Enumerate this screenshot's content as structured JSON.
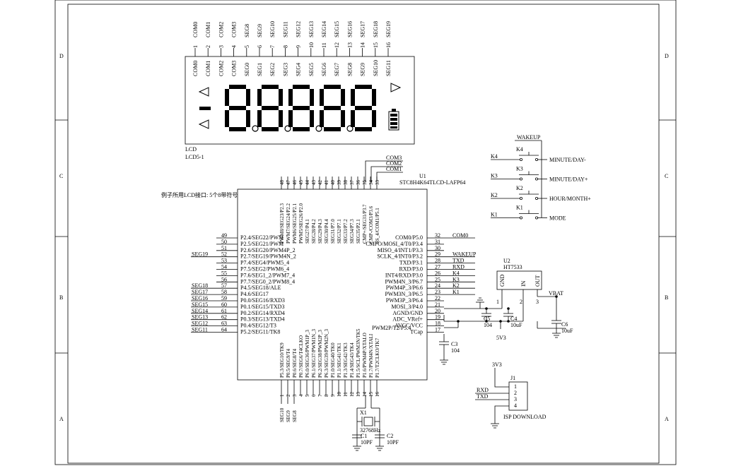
{
  "border": {
    "zones_left": [
      "D",
      "C",
      "B",
      "A"
    ],
    "zones_right": [
      "D",
      "C",
      "B",
      "A"
    ]
  },
  "lcd": {
    "ref": "LCD",
    "part": "LCD5-1",
    "pins": [
      {
        "num": "1",
        "name": "COM0",
        "inner": "COM0"
      },
      {
        "num": "2",
        "name": "COM1",
        "inner": "COM1"
      },
      {
        "num": "3",
        "name": "COM2",
        "inner": "COM2"
      },
      {
        "num": "4",
        "name": "COM3",
        "inner": "COM3"
      },
      {
        "num": "5",
        "name": "SEG8",
        "inner": "SEG0"
      },
      {
        "num": "6",
        "name": "SEG9",
        "inner": "SEG1"
      },
      {
        "num": "7",
        "name": "SEG10",
        "inner": "SEG2"
      },
      {
        "num": "8",
        "name": "SEG11",
        "inner": "SEG3"
      },
      {
        "num": "9",
        "name": "SEG12",
        "inner": "SEG4"
      },
      {
        "num": "10",
        "name": "SEG13",
        "inner": "SEG5"
      },
      {
        "num": "11",
        "name": "SEG14",
        "inner": "SEG6"
      },
      {
        "num": "12",
        "name": "SEG15",
        "inner": "SEG7"
      },
      {
        "num": "13",
        "name": "SEG16",
        "inner": "SEG8"
      },
      {
        "num": "14",
        "name": "SEG17",
        "inner": "SEG9"
      },
      {
        "num": "15",
        "name": "SEG18",
        "inner": "SEG10"
      },
      {
        "num": "16",
        "name": "SEG19",
        "inner": "SEG11"
      }
    ]
  },
  "mcu": {
    "ref": "U1",
    "part": "STC8H4K64TLCD-LAFP64",
    "note": "例子所用LCD接口: 5个8带符号",
    "left_pins": [
      {
        "num": "49",
        "name": "P2.4/SEG22/PWM",
        "net": ""
      },
      {
        "num": "50",
        "name": "P2.5/SEG21/PWM",
        "net": ""
      },
      {
        "num": "51",
        "name": "P2.6/SEG20/PWM4P_2",
        "net": ""
      },
      {
        "num": "52",
        "name": "P2.7/SEG19/PWM4N_2",
        "net": "SEG19"
      },
      {
        "num": "53",
        "name": "P7.4/SEG4/PWM5_4",
        "net": ""
      },
      {
        "num": "54",
        "name": "P7.5/SEG2/PWM6_4",
        "net": ""
      },
      {
        "num": "55",
        "name": "P7.6/SEG1_2/PWM7_4",
        "net": ""
      },
      {
        "num": "56",
        "name": "P7.7/SEG0_2/PWM8_4",
        "net": ""
      },
      {
        "num": "57",
        "name": "P4.5/SEG18/ALE",
        "net": "SEG18"
      },
      {
        "num": "58",
        "name": "P4.6/SEG17",
        "net": "SEG17"
      },
      {
        "num": "59",
        "name": "P0.0/SEG16/RXD3",
        "net": "SEG16"
      },
      {
        "num": "60",
        "name": "P0.1/SEG15/TXD3",
        "net": "SEG15"
      },
      {
        "num": "61",
        "name": "P0.2/SEG14/RXD4",
        "net": "SEG14"
      },
      {
        "num": "62",
        "name": "P0.3/SEG13/TXD4",
        "net": "SEG13"
      },
      {
        "num": "63",
        "name": "P0.4/SEG12/T3",
        "net": "SEG12"
      },
      {
        "num": "64",
        "name": "P5.2/SEG11/TK8",
        "net": "SEG11"
      }
    ],
    "right_pins": [
      {
        "num": "32",
        "name": "COM0/P5.0",
        "net": "COM0"
      },
      {
        "num": "31",
        "name": "CMPO/MOSI_4/T0/P3.4",
        "net": ""
      },
      {
        "num": "30",
        "name": "MISO_4/INT1/P3.3",
        "net": ""
      },
      {
        "num": "29",
        "name": "SCLK_4/INT0/P3.2",
        "net": "WAKEUP"
      },
      {
        "num": "28",
        "name": "TXD/P3.1",
        "net": "TXD"
      },
      {
        "num": "27",
        "name": "RXD/P3.0",
        "net": "RXD"
      },
      {
        "num": "26",
        "name": "INT4/RXD/P3.0",
        "net": "K4"
      },
      {
        "num": "25",
        "name": "PWM4N_3/P6.7",
        "net": "K3"
      },
      {
        "num": "24",
        "name": "PWM4P_3/P6.6",
        "net": "K2"
      },
      {
        "num": "23",
        "name": "PWM3N_3/P6.5",
        "net": "K1"
      },
      {
        "num": "22",
        "name": "PWM3P_3/P6.4",
        "net": ""
      },
      {
        "num": "21",
        "name": "MOSI_3/P4.0",
        "net": ""
      },
      {
        "num": "20",
        "name": "AGND/GND",
        "net": ""
      },
      {
        "num": "19",
        "name": "ADC_VRef+",
        "net": ""
      },
      {
        "num": "18",
        "name": "AVCC/VCC",
        "net": ""
      },
      {
        "num": "17",
        "name": "TCap",
        "net": ""
      }
    ],
    "top_pins": [
      {
        "num": "48",
        "name": "PWM8/SEG23/P2.3"
      },
      {
        "num": "47",
        "name": "PWM7/SEG24/P2.2"
      },
      {
        "num": "46",
        "name": "PWM6/SEG25/P2.1"
      },
      {
        "num": "45",
        "name": "PWM5/SEG26/P2.0"
      },
      {
        "num": "44",
        "name": "SEG27/P4.1"
      },
      {
        "num": "43",
        "name": "SEG28/P4.2"
      },
      {
        "num": "42",
        "name": "SEG29/P4.3"
      },
      {
        "num": "41",
        "name": "SEG30/P4.4"
      },
      {
        "num": "40",
        "name": "SEG31/P7.0"
      },
      {
        "num": "39",
        "name": "SEG32/P7.1"
      },
      {
        "num": "38",
        "name": "SEG33/P7.2"
      },
      {
        "num": "37",
        "name": "SEG34/P7.3"
      },
      {
        "num": "36",
        "name": "SEG35/P2.1"
      },
      {
        "num": "35",
        "name": "CMP+/SEG31/P3.7"
      },
      {
        "num": "34",
        "name": "CMP-/COM3/P3.6"
      },
      {
        "num": "33",
        "name": "SS_4/COM1/P5.1"
      }
    ],
    "top_nets": [
      "COM3",
      "COM2",
      "COM1"
    ],
    "bottom_pins": [
      {
        "num": "1",
        "name": "P5.3/SEG10/TK9"
      },
      {
        "num": "2",
        "name": "P0.5/SEG9/T4"
      },
      {
        "num": "3",
        "name": "P0.6/SEG8/T4"
      },
      {
        "num": "4",
        "name": "P0.7/SEG6/T4CLKO"
      },
      {
        "num": "5",
        "name": "P6.0/SEG36/PWM1P_3"
      },
      {
        "num": "6",
        "name": "P6.1/SEG37/PWM1N_3"
      },
      {
        "num": "7",
        "name": "P6.2/SEG38/PWM2P_3"
      },
      {
        "num": "8",
        "name": "P6.3/SEG39/PWM2N_3"
      },
      {
        "num": "9",
        "name": "P1.0/SEG40/TK0"
      },
      {
        "num": "10",
        "name": "P1.1/SEG41/TK1"
      },
      {
        "num": "11",
        "name": "P1.3/SEG42/TK3"
      },
      {
        "num": "12",
        "name": "P1.4/SEG43/TK4"
      },
      {
        "num": "13",
        "name": "P1.5/SCL/PWM3N/TK5"
      },
      {
        "num": "14",
        "name": "P1.6/PWM4P/XTALO"
      },
      {
        "num": "15",
        "name": "P1.7/PWM4N/XTALI"
      },
      {
        "num": "16",
        "name": "P1.7/T2CLKO/TK7"
      }
    ],
    "bottom_nets": [
      "SEG10",
      "SEG9",
      "SEG8"
    ],
    "right_extra": "PWM2P/T2/P5.4"
  },
  "keys": {
    "wakeup_net": "WAKEUP",
    "rows": [
      {
        "net": "K4",
        "ref": "K4",
        "label": "MINUTE/DAY-"
      },
      {
        "net": "K3",
        "ref": "K3",
        "label": "MINUTE/DAY+"
      },
      {
        "net": "K2",
        "ref": "K2",
        "label": "HOUR/MONTH+"
      },
      {
        "net": "K1",
        "ref": "K1",
        "label": "MODE"
      }
    ]
  },
  "regulator": {
    "ref": "U2",
    "part": "HT7533",
    "pins": [
      {
        "num": "1",
        "name": "GND"
      },
      {
        "num": "2",
        "name": "IN"
      },
      {
        "num": "3",
        "name": "OUT"
      }
    ],
    "vbat": "VBAT",
    "c6_ref": "C6",
    "c6_val": "10uF"
  },
  "power": {
    "c5_ref": "C5",
    "c5_val": "104",
    "c4_ref": "C4",
    "c4_val": "10uF",
    "c3_ref": "C3",
    "c3_val": "104",
    "rail": "5V3"
  },
  "crystal": {
    "ref": "X1",
    "freq": "32768Hz",
    "c1_ref": "C1",
    "c1_val": "10PF",
    "c2_ref": "C2",
    "c2_val": "10PF"
  },
  "isp": {
    "ref": "J1",
    "rail": "3V3",
    "label": "ISP DOWNLOAD",
    "pins": [
      "1",
      "2",
      "3",
      "4"
    ],
    "nets": [
      "RXD",
      "TXD"
    ]
  }
}
